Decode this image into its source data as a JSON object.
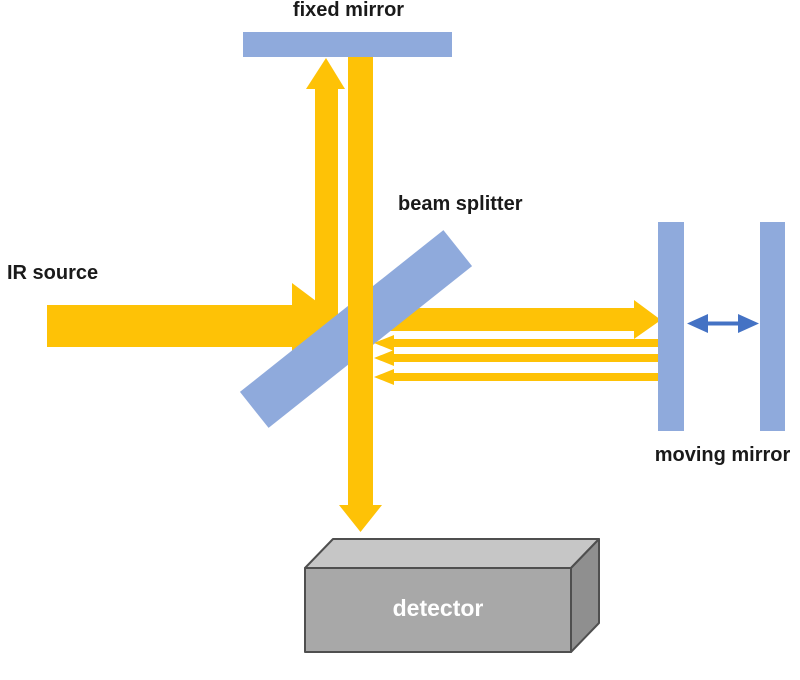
{
  "diagram": {
    "type": "michelson-interferometer-schematic",
    "background": "#FFFFFF",
    "labels": {
      "fixed_mirror": "fixed mirror",
      "beam_splitter": "beam splitter",
      "ir_source": "IR source",
      "moving_mirror": "moving mirror",
      "detector": "detector"
    },
    "colors": {
      "beam": "#FEC206",
      "mirror": "#8FAADC",
      "splitter": "#8FAADC",
      "motion_arrow": "#4472C4",
      "label_text": "#1A1A1A",
      "detector_front": "#A8A8A8",
      "detector_top": "#C6C6C6",
      "detector_side": "#8F8F8F",
      "detector_outline": "#4F4F4F",
      "detector_text": "#FFFFFF"
    }
  }
}
